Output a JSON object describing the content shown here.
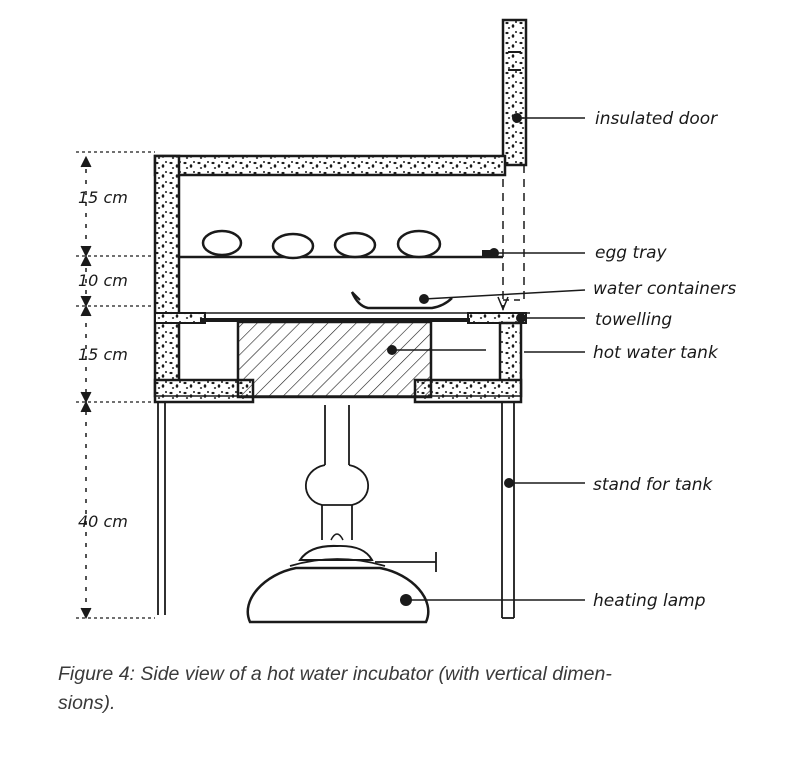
{
  "labels": {
    "insulated_door": "insulated door",
    "egg_tray": "egg tray",
    "water_containers": "water containers",
    "towelling": "towelling",
    "hot_water_tank": "hot water tank",
    "stand_for_tank": "stand for tank",
    "heating_lamp": "heating lamp"
  },
  "dimensions": {
    "top_section": "15 cm",
    "egg_section": "10 cm",
    "tank_section": "15 cm",
    "stand_height": "40 cm"
  },
  "caption": {
    "line1": "Figure 4: Side view of a hot water incubator (with vertical dimen-",
    "line2": "sions)."
  },
  "colors": {
    "ink": "#1a1a1a",
    "caption": "#3a3a3a"
  }
}
